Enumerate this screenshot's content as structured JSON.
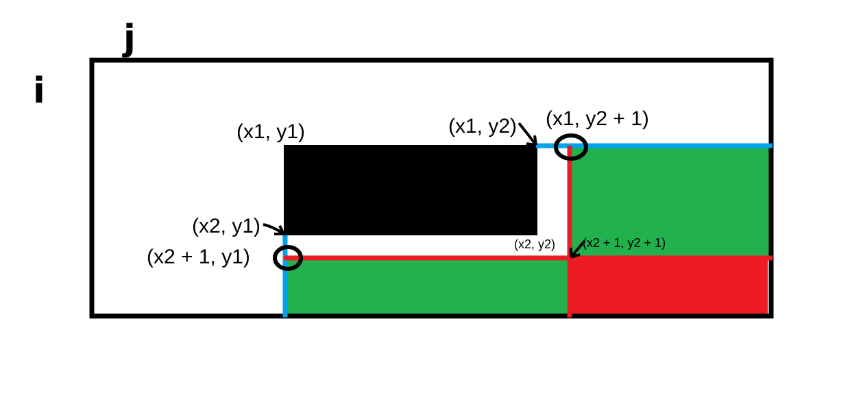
{
  "axis_labels": {
    "j": "j",
    "i": "i"
  },
  "corner_labels": {
    "top_left": "(x1, y1)",
    "top_right": "(x1, y2)",
    "top_right_next": "(x1, y2 + 1)",
    "bottom_left": "(x2, y1)",
    "bottom_left_next": "(x2 + 1, y1)",
    "bottom_right": "(x2, y2)",
    "bottom_right_next": "(x2 + 1, y2 + 1)"
  },
  "colors": {
    "frame": "#000000",
    "rectangle": "#000000",
    "green_region": "#22b14c",
    "red_region": "#ed1c24",
    "blue_line": "#00a2e8",
    "red_line": "#ed1c24",
    "circle": "#000000"
  }
}
